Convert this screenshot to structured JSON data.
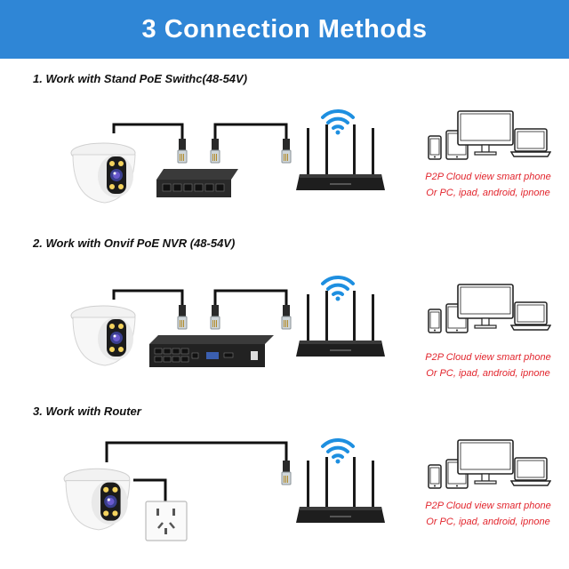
{
  "header": {
    "title": "3 Connection Methods"
  },
  "methods": [
    {
      "label": "1. Work with Stand PoE Swithc(48-54V)",
      "caption": [
        "P2P Cloud view smart phone",
        "Or PC, ipad, android, ipnone"
      ]
    },
    {
      "label": "2. Work with Onvif PoE NVR (48-54V)",
      "caption": [
        "P2P Cloud view smart phone",
        "Or PC, ipad, android, ipnone"
      ]
    },
    {
      "label": "3. Work with Router",
      "caption": [
        "P2P Cloud view smart phone",
        "Or PC, ipad, android, ipnone"
      ]
    }
  ],
  "icons": [
    "dome-camera-icon",
    "poe-switch-icon",
    "nvr-icon",
    "wall-socket-icon",
    "ethernet-plug-icon",
    "router-icon",
    "wifi-icon",
    "phone-icon",
    "tablet-icon",
    "monitor-icon",
    "laptop-icon"
  ],
  "colors": {
    "banner": "#2f86d6",
    "caption": "#e2252d",
    "wifi": "#1e8fe0",
    "cable": "#111111"
  }
}
